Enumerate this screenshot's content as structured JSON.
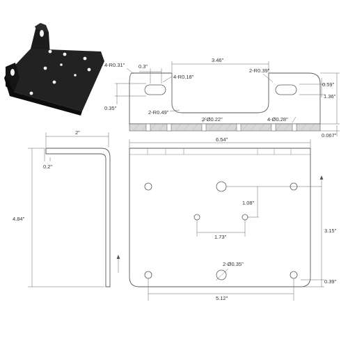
{
  "colors": {
    "outline": "#5a5a5a",
    "dimension": "#666666",
    "text": "#333333",
    "product_black": "#1c1c1c",
    "hatch": "#b8b8b8"
  },
  "top_view": {
    "corner_radius": "4-R0.31\"",
    "slot_width": "0.3\"",
    "slot_radius": "4-R0.18\"",
    "cutout_width": "3.46\"",
    "cutout_corner_radius": "2-R0.39\"",
    "cutout_bottom_radius": "2-R0.49\"",
    "slot_offset": "0.35\"",
    "slot_height": "0.59\"",
    "flange_height": "1.36\"",
    "small_holes": "2-Ø0.22\"",
    "large_holes": "4-Ø0.28\"",
    "thickness": "0.067\""
  },
  "side_view": {
    "top_width": "2\"",
    "thickness": "0.2\"",
    "height": "4.84\""
  },
  "front_view": {
    "overall_width": "6.54\"",
    "center_offset": "1.08\"",
    "hole_spacing_small": "1.73\"",
    "vertical_spacing": "3.15\"",
    "center_hole": "2-Ø0.35\"",
    "bottom_offset": "0.39\"",
    "bottom_hole_spacing": "5.12\""
  }
}
